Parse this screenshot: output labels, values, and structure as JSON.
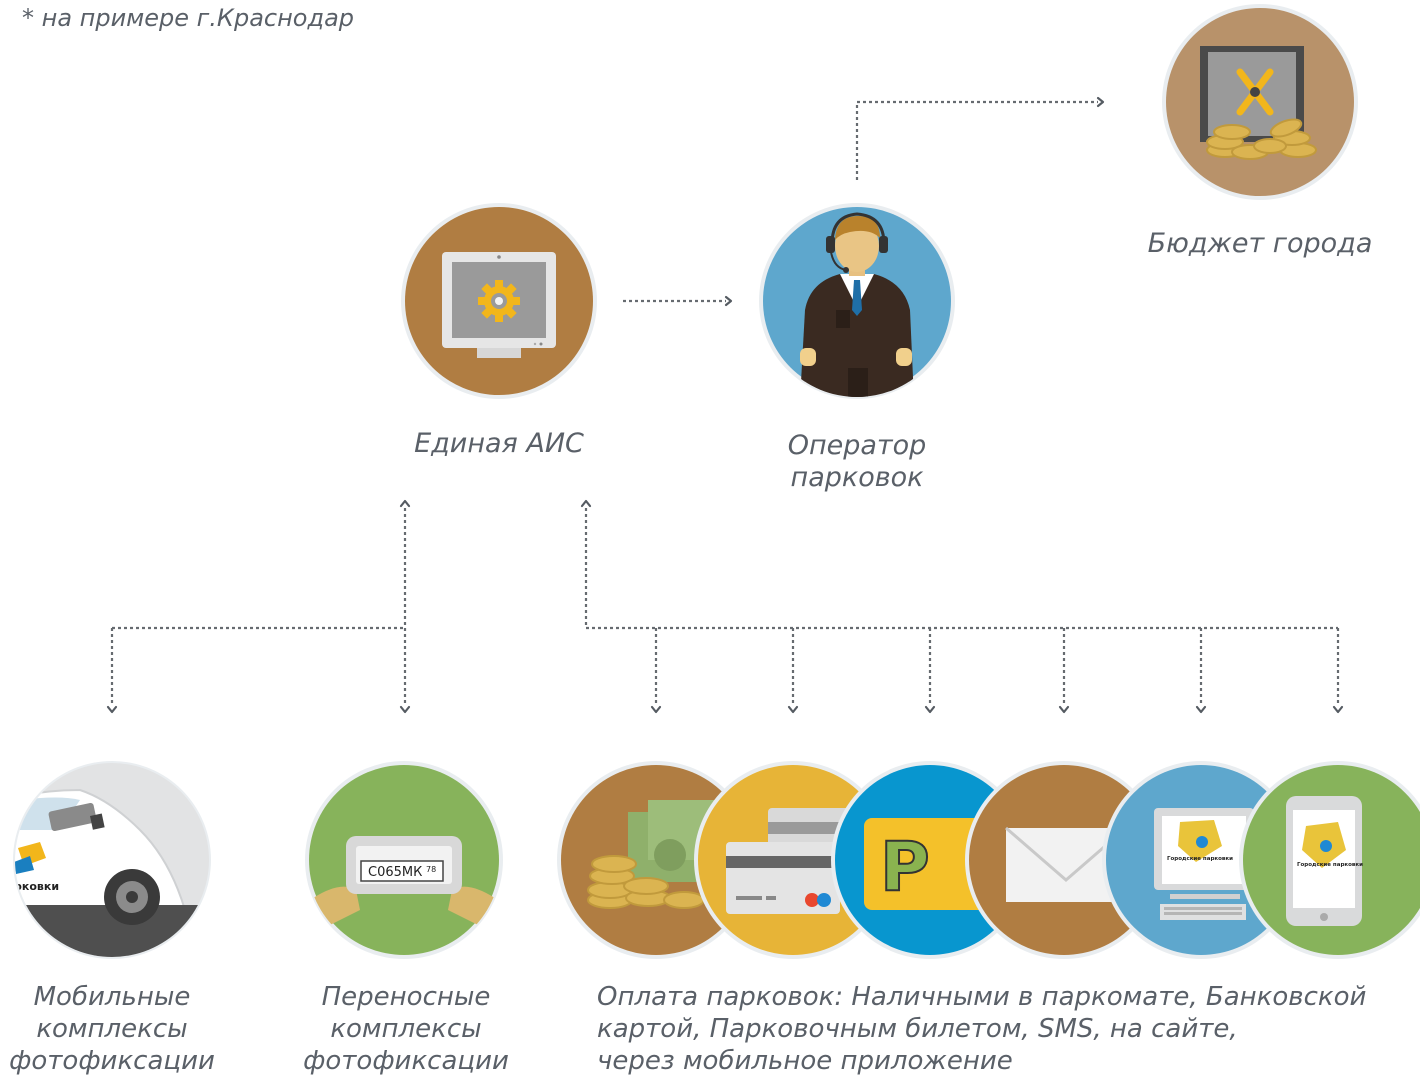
{
  "note": "* на примере г.Краснодар",
  "nodes": {
    "ais": "Единая АИС",
    "operator_l1": "Оператор",
    "operator_l2": "парковок",
    "budget": "Бюджет города",
    "mobile_l1": "Мобильные",
    "mobile_l2": "комплексы",
    "mobile_l3": "фотофиксации",
    "portable_l1": "Переносные",
    "portable_l2": "комплексы",
    "portable_l3": "фотофиксации",
    "payment_l1": "Оплата парковок: Наличными в паркомате, Банковской",
    "payment_l2": "картой, Парковочным билетом, SMS, на сайте,",
    "payment_l3": "через мобильное приложение"
  },
  "icon_text": {
    "plate_number": "С065МК",
    "plate_region": "78",
    "car_label": "рковки",
    "city_parking": "Городские парковки",
    "p_letter": "P"
  },
  "colors": {
    "brown": "#b07d42",
    "blue": "#5ea7cd",
    "tan": "#b8926a",
    "green": "#87b35b",
    "yellow": "#e7b437",
    "cyan": "#0896cf",
    "grey_line": "#666b70"
  }
}
